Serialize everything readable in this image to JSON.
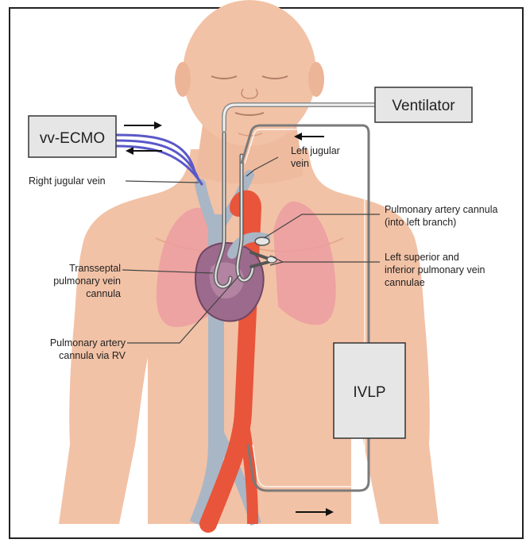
{
  "boxes": {
    "ecmo": "vv-ECMO",
    "ventilator": "Ventilator",
    "ivlp": "IVLP"
  },
  "labels": {
    "right_jugular": "Right jugular vein",
    "left_jugular": [
      "Left jugular",
      "vein"
    ],
    "pa_cannula_left": [
      "Pulmonary artery cannula",
      "(into left branch)"
    ],
    "pv_cannulae": [
      "Left superior and",
      "inferior pulmonary vein",
      "cannulae"
    ],
    "transseptal": [
      "Transseptal",
      "pulmonary vein",
      "cannula"
    ],
    "pa_cannula_rv": [
      "Pulmonary artery",
      "cannula via RV"
    ]
  },
  "colors": {
    "skin": "#f2c2a6",
    "skin_shadow": "#e9ad90",
    "lung": "#ec9ea0",
    "vein": "#a9b6c6",
    "artery": "#e8553a",
    "heart": "#9b6a8c",
    "tubing": "#7a7a7a",
    "ecmo_tubing": "#5a58c8",
    "box_fill": "#e6e6e6"
  }
}
